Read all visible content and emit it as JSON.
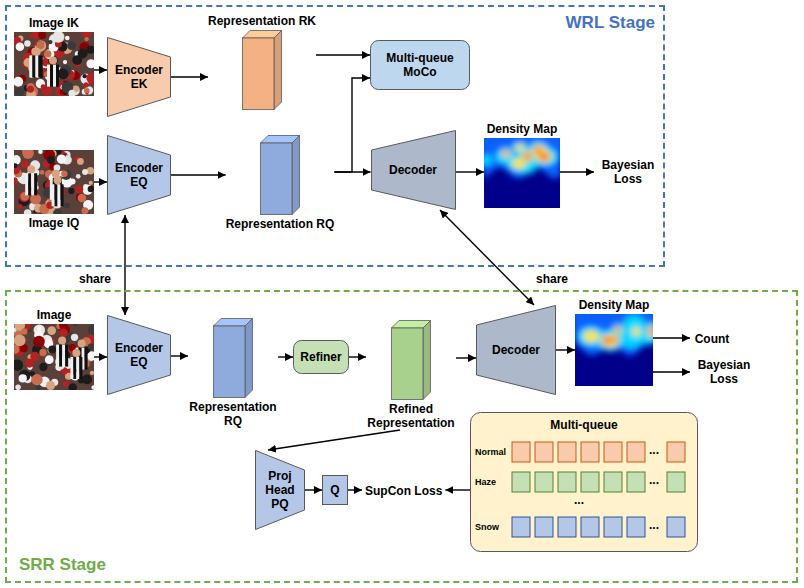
{
  "diagram": {
    "nodes": [
      {
        "text": [
          "WRL Stage"
        ]
      },
      {
        "text": [
          "Image IK"
        ],
        "in": 0
      },
      {
        "text": [
          "Encoder EK"
        ],
        "in": 0
      },
      {
        "text": [
          "Representation RK"
        ],
        "in": 0
      },
      {
        "text": [
          "Multi-queue MoCo"
        ],
        "in": 0
      },
      {
        "text": [
          "Image IQ"
        ],
        "in": 0
      },
      {
        "text": [
          "Encoder EQ"
        ],
        "in": 0
      },
      {
        "text": [
          "Representation RQ"
        ],
        "in": 0
      },
      {
        "text": [
          "Decoder"
        ],
        "in": 0
      },
      {
        "text": [
          "Density Map"
        ],
        "in": 0
      },
      {
        "text": [
          "Bayesian Loss"
        ],
        "in": 0
      },
      {
        "text": [
          "SRR Stage"
        ]
      },
      {
        "text": [
          "Image"
        ],
        "in": 11
      },
      {
        "text": [
          "Encoder EQ"
        ],
        "in": 11
      },
      {
        "text": [
          "Representation RQ"
        ],
        "in": 11
      },
      {
        "text": [
          "Refiner"
        ],
        "in": 11
      },
      {
        "text": [
          "Refined Representation"
        ],
        "in": 11
      },
      {
        "text": [
          "Decoder"
        ],
        "in": 11
      },
      {
        "text": [
          "Density Map"
        ],
        "in": 11
      },
      {
        "text": [
          "Count"
        ],
        "in": 11
      },
      {
        "text": [
          "Bayesian Loss"
        ],
        "in": 11
      },
      {
        "text": [
          "Proj Head PQ"
        ],
        "in": 11
      },
      {
        "text": [
          "Q"
        ],
        "in": 11
      },
      {
        "text": [
          "SupCon Loss"
        ],
        "in": 11
      },
      {
        "text": [
          "Multi-queue"
        ],
        "in": 11
      }
    ],
    "edges": [
      {
        "from": 1,
        "to": 2,
        "arrow": "to"
      },
      {
        "from": 2,
        "to": 3,
        "arrow": "to"
      },
      {
        "from": 3,
        "to": 4,
        "arrow": "to"
      },
      {
        "from": 5,
        "to": 6,
        "arrow": "to"
      },
      {
        "from": 6,
        "to": 7,
        "arrow": "to"
      },
      {
        "from": 7,
        "to": 4,
        "arrow": "to"
      },
      {
        "from": 7,
        "to": 8,
        "arrow": "to"
      },
      {
        "from": 8,
        "to": 9,
        "arrow": "to"
      },
      {
        "from": 9,
        "to": 10,
        "arrow": "to"
      },
      {
        "from": 6,
        "to": 13,
        "label": "share",
        "arrow": "both"
      },
      {
        "from": 8,
        "to": 17,
        "label": "share",
        "arrow": "both"
      },
      {
        "from": 12,
        "to": 13,
        "arrow": "to"
      },
      {
        "from": 13,
        "to": 14,
        "arrow": "to"
      },
      {
        "from": 14,
        "to": 15,
        "arrow": "to"
      },
      {
        "from": 15,
        "to": 16,
        "arrow": "to"
      },
      {
        "from": 16,
        "to": 17,
        "arrow": "to"
      },
      {
        "from": 17,
        "to": 18,
        "arrow": "to"
      },
      {
        "from": 18,
        "to": 19,
        "arrow": "to"
      },
      {
        "from": 18,
        "to": 20,
        "arrow": "to"
      },
      {
        "from": 16,
        "to": 21,
        "arrow": "to"
      },
      {
        "from": 21,
        "to": 22,
        "arrow": "to"
      },
      {
        "from": 22,
        "to": 23,
        "arrow": "to"
      },
      {
        "from": 24,
        "to": 23,
        "arrow": "to"
      }
    ],
    "labels": [
      "Normal",
      "...",
      "Haze",
      "...",
      "...",
      "Snow",
      "..."
    ]
  }
}
